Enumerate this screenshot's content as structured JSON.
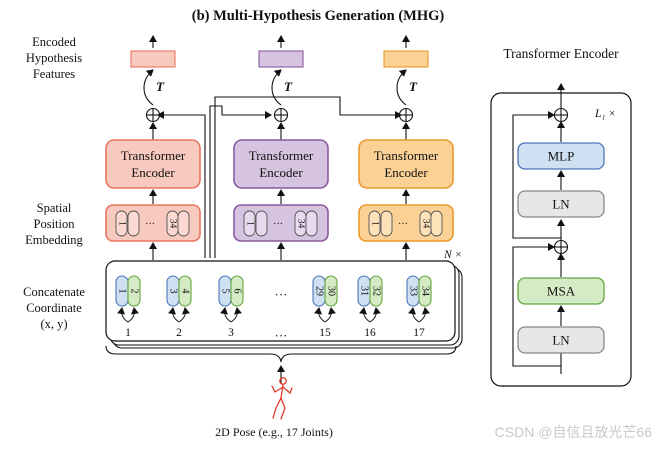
{
  "title": "(b) Multi-Hypothesis Generation (MHG)",
  "left_labels": {
    "encoded": [
      "Encoded",
      "Hypothesis",
      "Features"
    ],
    "spatial": [
      "Spatial",
      "Position",
      "Embedding"
    ],
    "concat": [
      "Concatenate",
      "Coordinate",
      "(x, y)"
    ]
  },
  "hypotheses": [
    {
      "encoder_line1": "Transformer",
      "encoder_line2": "Encoder",
      "transpose": "T",
      "embed_first": "1",
      "embed_dots": "···",
      "embed_last": "34",
      "color_fill": "#f8c9bf",
      "color_stroke": "#e8765f",
      "embed_fill": "#fbd9d2"
    },
    {
      "encoder_line1": "Transformer",
      "encoder_line2": "Encoder",
      "transpose": "T",
      "embed_first": "1",
      "embed_dots": "···",
      "embed_last": "34",
      "color_fill": "#d6c3df",
      "color_stroke": "#8a5a9e",
      "embed_fill": "#e7d9ee"
    },
    {
      "encoder_line1": "Transformer",
      "encoder_line2": "Encoder",
      "transpose": "T",
      "embed_first": "1",
      "embed_dots": "···",
      "embed_last": "34",
      "color_fill": "#fbd196",
      "color_stroke": "#e89a2a",
      "embed_fill": "#fde1b8"
    }
  ],
  "stack_label": "N ×",
  "coord_pairs": [
    {
      "a": "1",
      "b": "2",
      "joint": "1"
    },
    {
      "a": "3",
      "b": "4",
      "joint": "2"
    },
    {
      "a": "5",
      "b": "6",
      "joint": "3"
    },
    {
      "a": "29",
      "b": "30",
      "joint": "15"
    },
    {
      "a": "31",
      "b": "32",
      "joint": "16"
    },
    {
      "a": "33",
      "b": "34",
      "joint": "17"
    }
  ],
  "coord_dots": "···",
  "joint_dots": "···",
  "pose_caption": "2D Pose (e.g., 17 Joints)",
  "transformer_panel": {
    "title": "Transformer Encoder",
    "repeat_label": "L₁ ×",
    "blocks": [
      "MLP",
      "LN",
      "MSA",
      "LN"
    ]
  },
  "watermark": "CSDN @自信且放光芒66",
  "colors": {
    "blue_fill": "#cfe0f3",
    "blue_stroke": "#4a76b8",
    "green_fill": "#d5ebc5",
    "green_stroke": "#63a33d",
    "gray_fill": "#e7e7e7",
    "gray_stroke": "#888888"
  }
}
